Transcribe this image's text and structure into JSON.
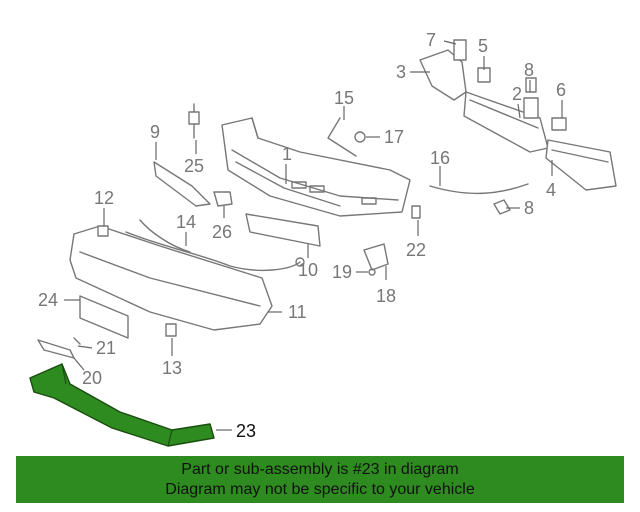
{
  "highlight_color": "#2e8b1f",
  "callouts": {
    "c1": "1",
    "c2": "2",
    "c3": "3",
    "c4": "4",
    "c5": "5",
    "c6": "6",
    "c7": "7",
    "c8a": "8",
    "c8b": "8",
    "c9": "9",
    "c10": "10",
    "c11": "11",
    "c12": "12",
    "c13": "13",
    "c14": "14",
    "c15": "15",
    "c16": "16",
    "c17": "17",
    "c18": "18",
    "c19": "19",
    "c20": "20",
    "c21": "21",
    "c22": "22",
    "c23": "23",
    "c24": "24",
    "c25": "25",
    "c26": "26"
  },
  "banner": {
    "line1": "Part or sub-assembly is #23 in diagram",
    "line2": "Diagram may not be specific to your vehicle"
  }
}
